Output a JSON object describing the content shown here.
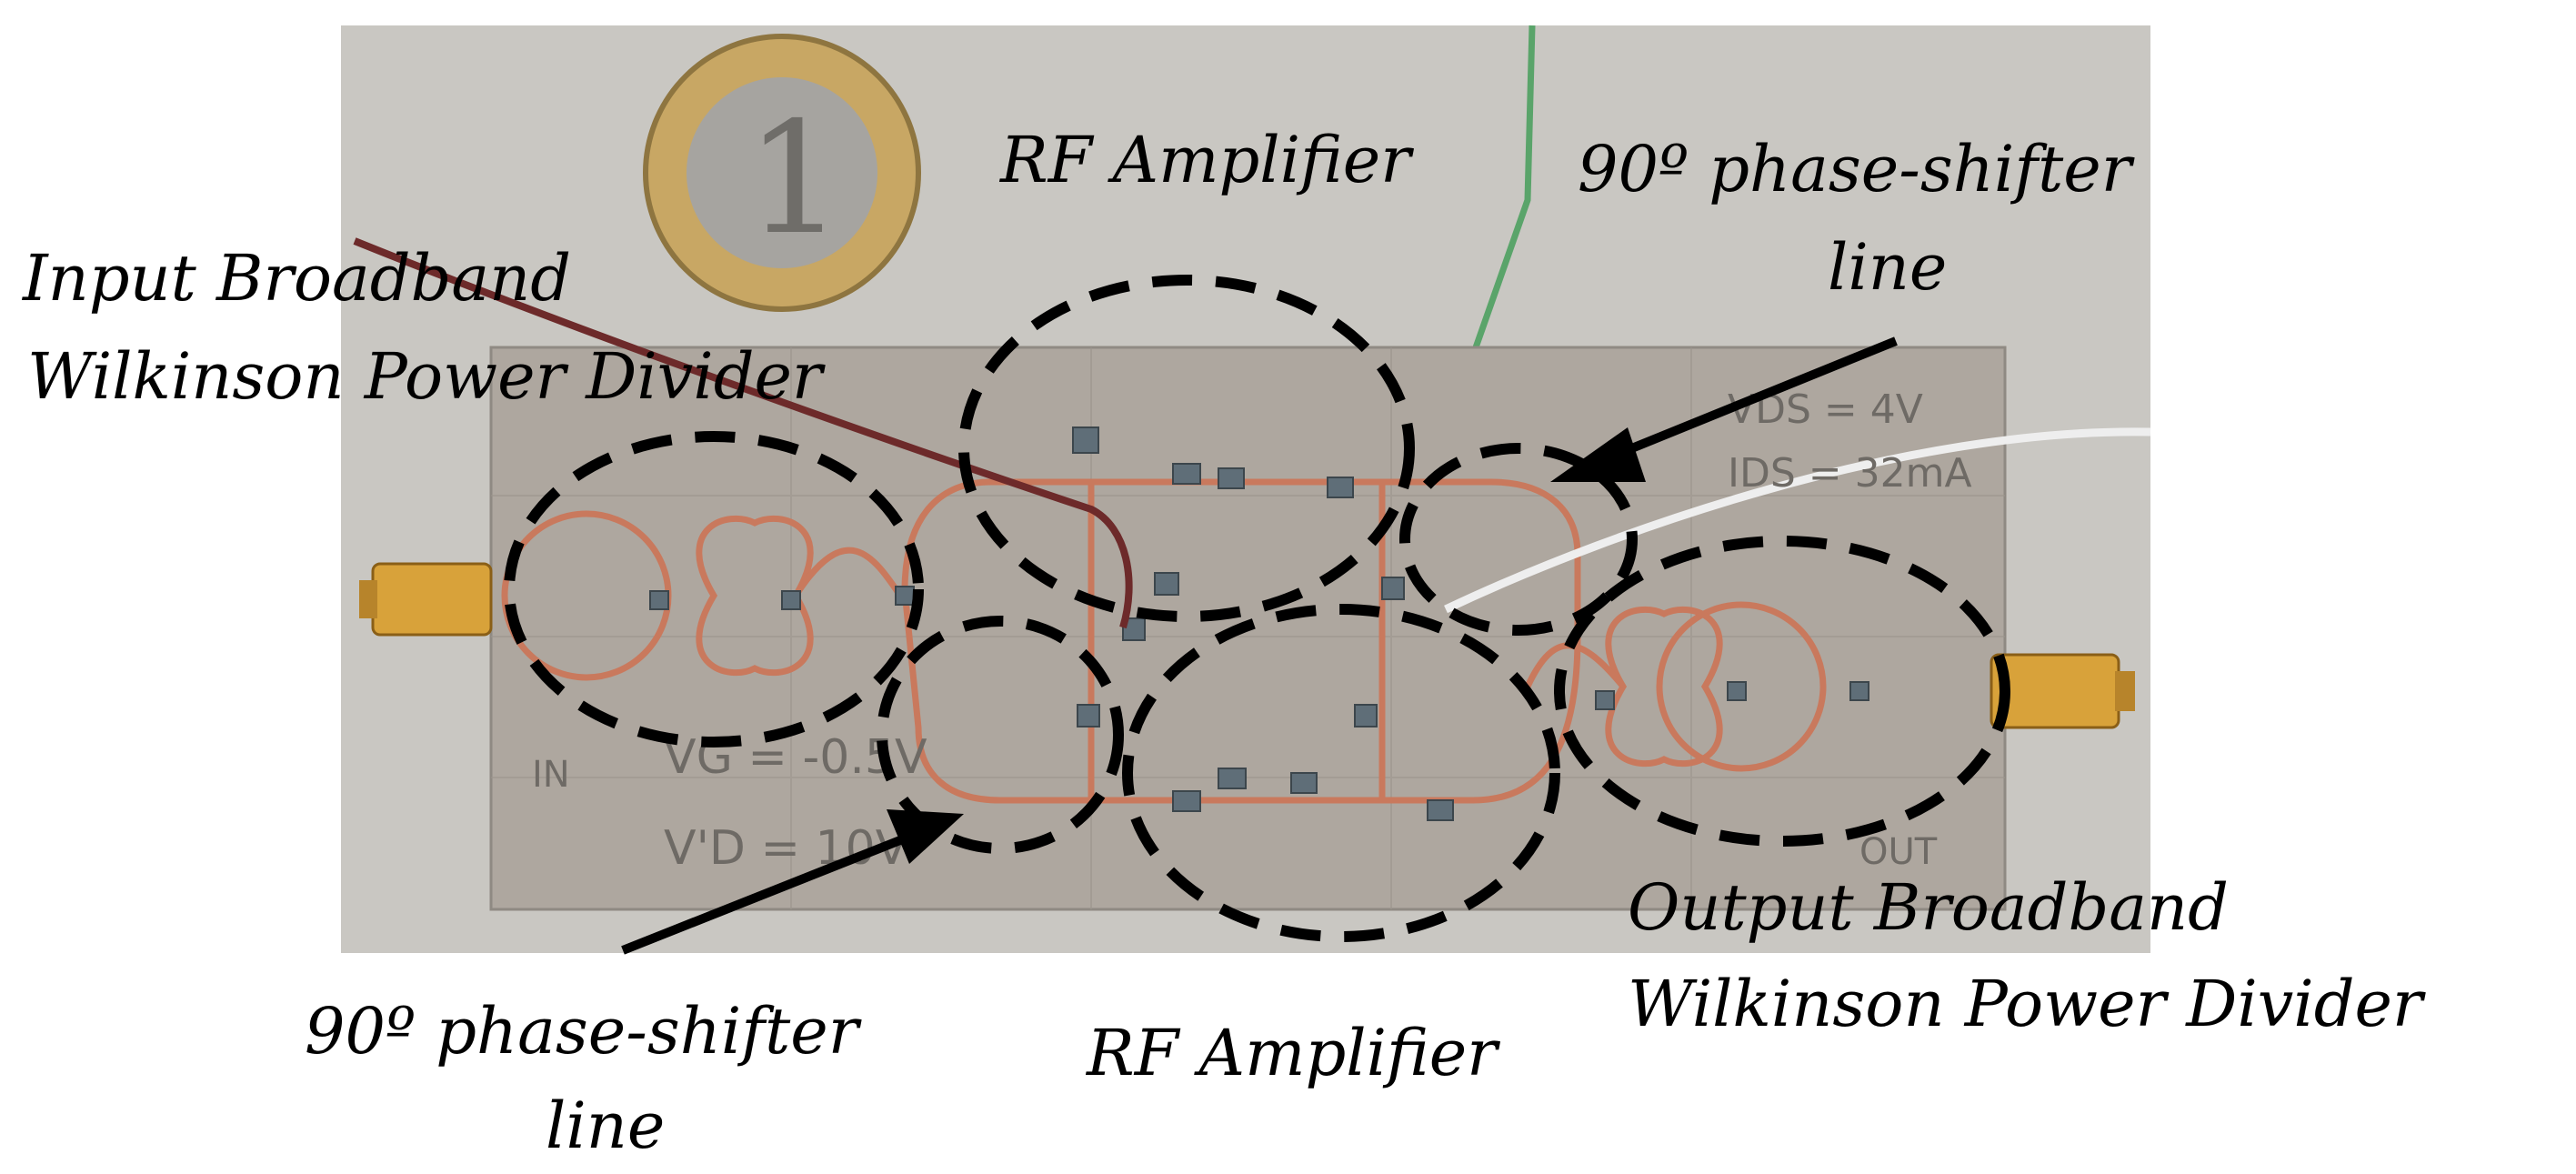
{
  "labels": {
    "input_divider_line1": "Input Broadband",
    "input_divider_line2": "Wilkinson Power Divider",
    "rf_amplifier_top": "RF Amplifier",
    "phase_shifter_top_line1": "90º phase-shifter",
    "phase_shifter_top_line2": "line",
    "phase_shifter_bottom_line1": "90º phase-shifter",
    "phase_shifter_bottom_line2": "line",
    "rf_amplifier_bottom": "RF Amplifier",
    "output_divider_line1": "Output Broadband",
    "output_divider_line2": "Wilkinson Power Divider"
  },
  "board_handwriting": {
    "in": "IN",
    "out": "OUT",
    "vg": "VG = -0.5V",
    "vd": "V'D = 10V",
    "vds": "VDS = 4V",
    "ids": "IDS = 32mA"
  },
  "coin": {
    "value": "1"
  },
  "colors": {
    "background": "#ffffff",
    "wall": "#c9c7c2",
    "board": "#aea79f",
    "trace": "#c9795d",
    "connector": "#d8a23a",
    "coin_outer": "#c8a764",
    "coin_inner": "#a6a4a0",
    "dashes": "#000000",
    "red_wire": "#6d2a2a",
    "green_wire": "#5aa46a"
  }
}
